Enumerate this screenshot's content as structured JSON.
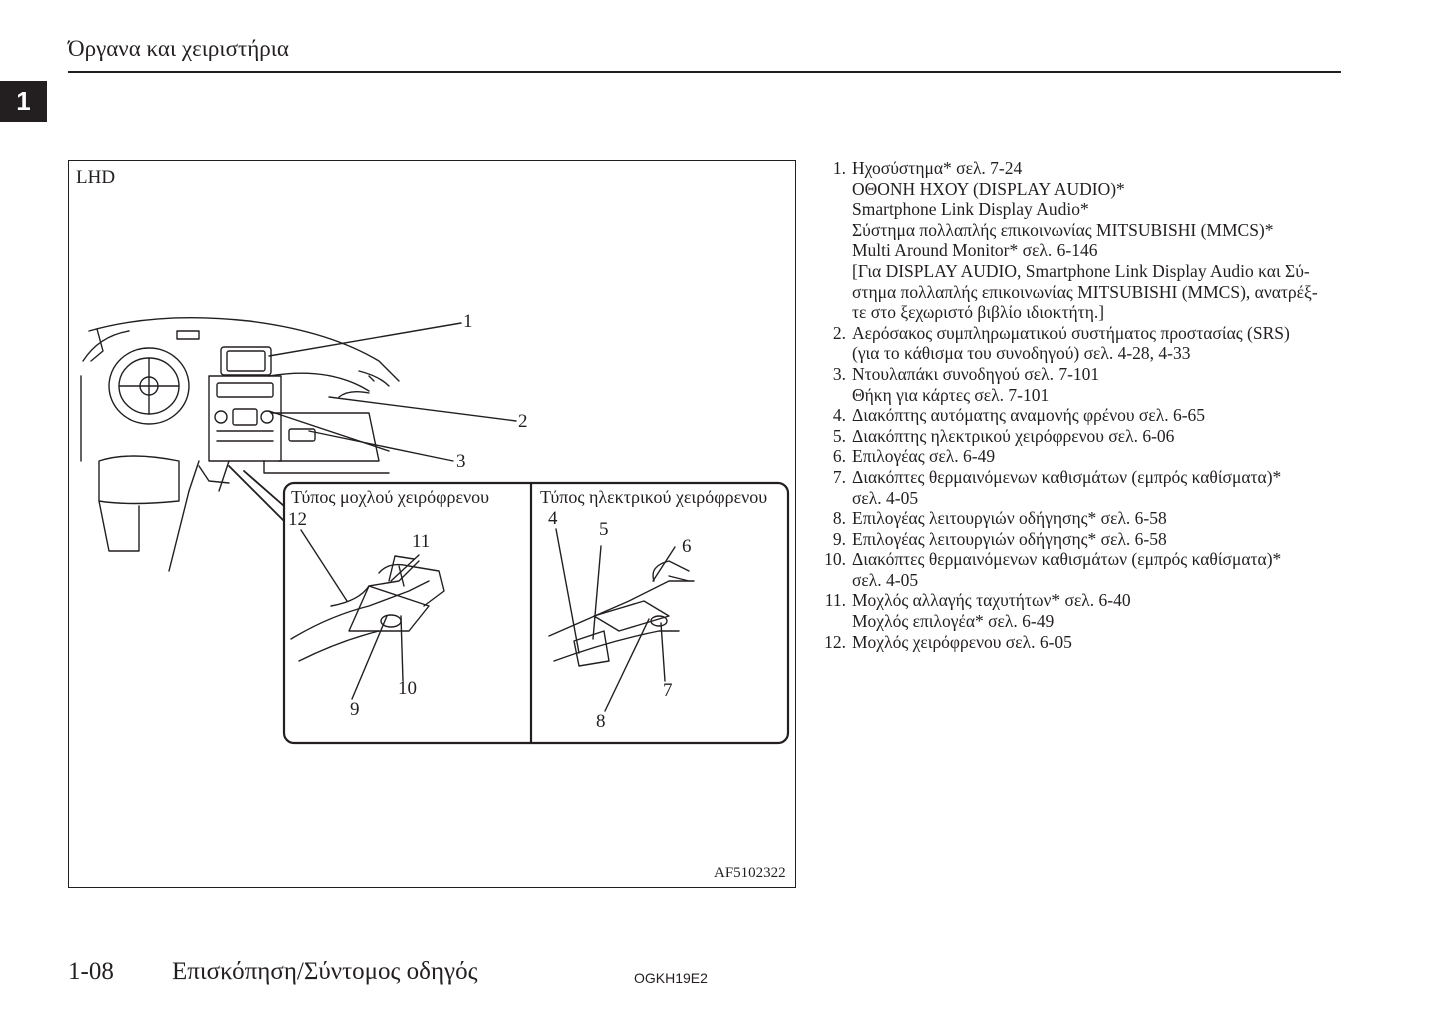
{
  "header": {
    "title": "Όργανα και χειριστήρια",
    "chapter": "1"
  },
  "figure": {
    "variant_label": "LHD",
    "code": "AF5102322",
    "inset_left_title": "Τύπος μοχλού χειρόφρενου",
    "inset_right_title": "Τύπος ηλεκτρικού χειρόφρενου",
    "callouts": [
      "1",
      "2",
      "3",
      "4",
      "5",
      "6",
      "7",
      "8",
      "9",
      "10",
      "11",
      "12"
    ]
  },
  "legend": [
    {
      "num": "1.",
      "lines": [
        "Ηχοσύστημα* σελ. 7-24",
        "ΟΘΟΝΗ ΗΧΟΥ (DISPLAY AUDIO)*",
        "Smartphone Link Display Audio*",
        "Σύστημα πολλαπλής επικοινωνίας MITSUBISHI (MMCS)*",
        "Multi Around Monitor* σελ. 6-146",
        "[Για DISPLAY AUDIO, Smartphone Link Display Audio και Σύ-",
        "στημα πολλαπλής επικοινωνίας MITSUBISHI (MMCS), ανατρέξ-",
        "τε στο ξεχωριστό βιβλίο ιδιοκτήτη.]"
      ]
    },
    {
      "num": "2.",
      "lines": [
        "Αερόσακος συμπληρωματικού συστήματος προστασίας (SRS)",
        "(για το κάθισμα του συνοδηγού) σελ. 4-28, 4-33"
      ]
    },
    {
      "num": "3.",
      "lines": [
        "Ντουλαπάκι συνοδηγού σελ. 7-101",
        "Θήκη για κάρτες σελ. 7-101"
      ]
    },
    {
      "num": "4.",
      "lines": [
        "Διακόπτης αυτόματης αναμονής φρένου σελ. 6-65"
      ]
    },
    {
      "num": "5.",
      "lines": [
        "Διακόπτης ηλεκτρικού χειρόφρενου σελ. 6-06"
      ]
    },
    {
      "num": "6.",
      "lines": [
        "Επιλογέας σελ. 6-49"
      ]
    },
    {
      "num": "7.",
      "lines": [
        "Διακόπτες θερμαινόμενων καθισμάτων (εμπρός καθίσματα)*",
        "σελ. 4-05"
      ]
    },
    {
      "num": "8.",
      "lines": [
        "Επιλογέας λειτουργιών οδήγησης* σελ. 6-58"
      ]
    },
    {
      "num": "9.",
      "lines": [
        "Επιλογέας λειτουργιών οδήγησης* σελ. 6-58"
      ]
    },
    {
      "num": "10.",
      "lines": [
        "Διακόπτες θερμαινόμενων καθισμάτων (εμπρός καθίσματα)*",
        "σελ. 4-05"
      ]
    },
    {
      "num": "11.",
      "lines": [
        "Μοχλός αλλαγής ταχυτήτων* σελ. 6-40",
        "Μοχλός επιλογέα* σελ. 6-49"
      ]
    },
    {
      "num": "12.",
      "lines": [
        "Μοχλός χειρόφρενου σελ. 6-05"
      ]
    }
  ],
  "footer": {
    "page": "1-08",
    "section": "Επισκόπηση/Σύντομος οδηγός",
    "code": "OGKH19E2"
  }
}
